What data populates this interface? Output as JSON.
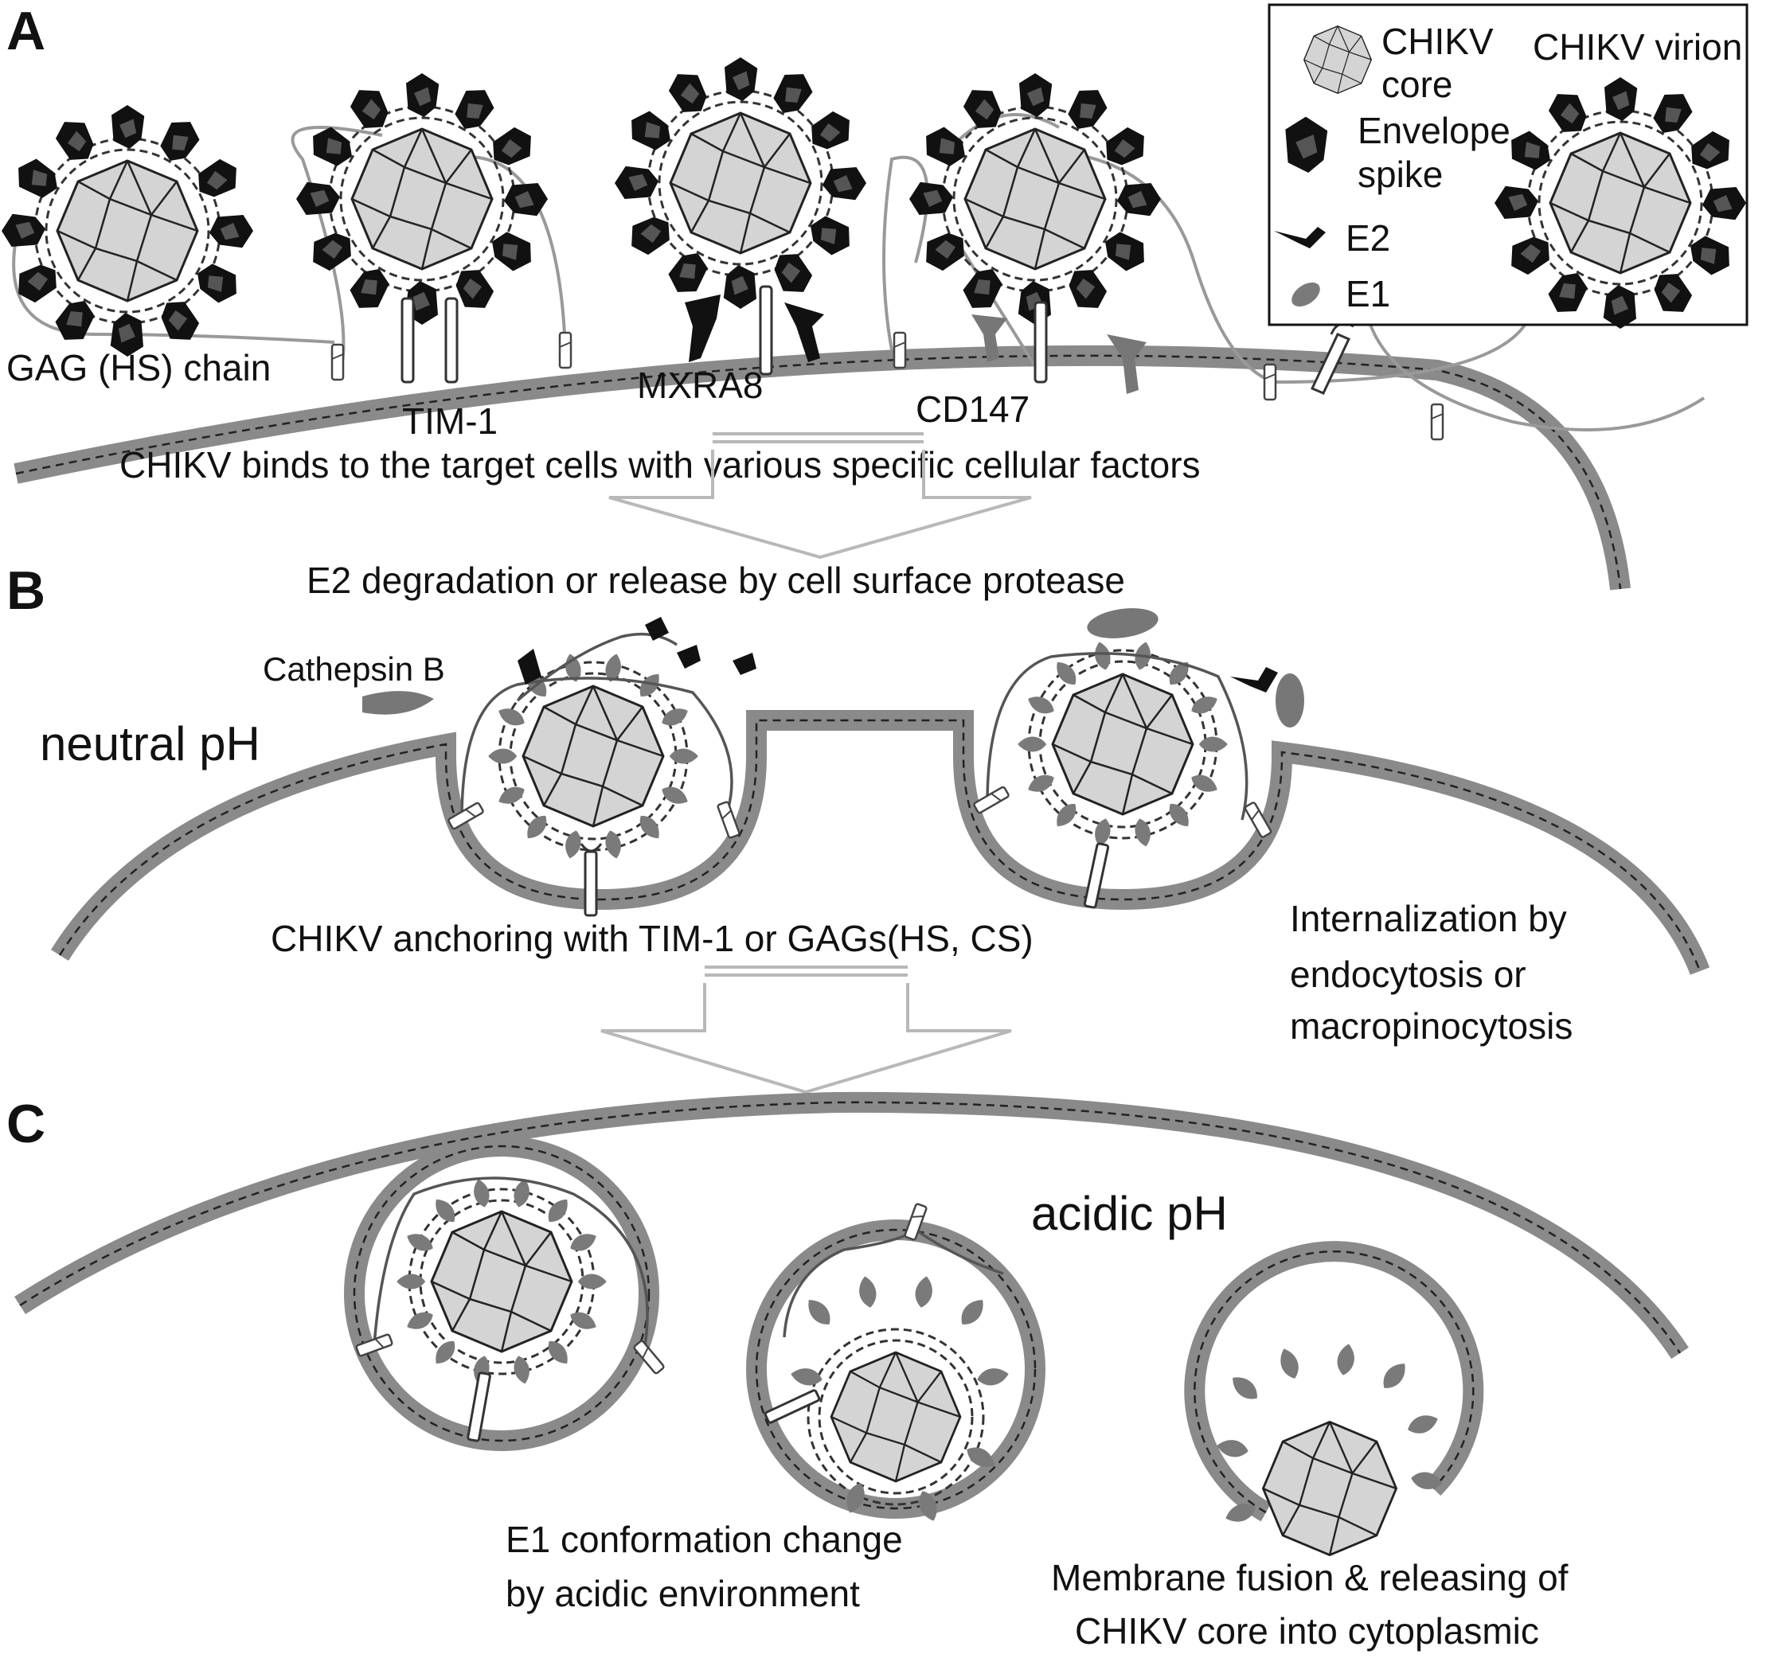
{
  "panels": {
    "a": "A",
    "b": "B",
    "c": "C"
  },
  "legend": {
    "core_label_1": "CHIKV",
    "core_label_2": "core",
    "spike_label_1": "Envelope",
    "spike_label_2": "spike",
    "e2_label": "E2",
    "e1_label": "E1",
    "virion_label": "CHIKV virion"
  },
  "panel_a": {
    "gag_label": "GAG (HS) chain",
    "tim1_label": "TIM-1",
    "mxra8_label": "MXRA8",
    "cd147_label": "CD147",
    "caption": "CHIKV binds to the target cells with various specific cellular factors"
  },
  "panel_b": {
    "title": "E2 degradation or release by cell surface protease",
    "cathepsin_label": "Cathepsin B",
    "ph_label": "neutral pH",
    "anchoring_caption": "CHIKV anchoring with TIM-1 or GAGs(HS, CS)",
    "internalization_1": "Internalization by",
    "internalization_2": "endocytosis or",
    "internalization_3": "macropinocytosis"
  },
  "panel_c": {
    "ph_label": "acidic pH",
    "e1_caption_1": "E1 conformation change",
    "e1_caption_2": "by acidic environment",
    "fusion_caption_1": "Membrane fusion & releasing of",
    "fusion_caption_2": "CHIKV core into cytoplasmic"
  },
  "colors": {
    "membrane": "#8a8a8a",
    "core_fill": "#d4d4d4",
    "spike": "#111111",
    "e1_protein": "#777777",
    "arrow": "#b8b8b8"
  }
}
